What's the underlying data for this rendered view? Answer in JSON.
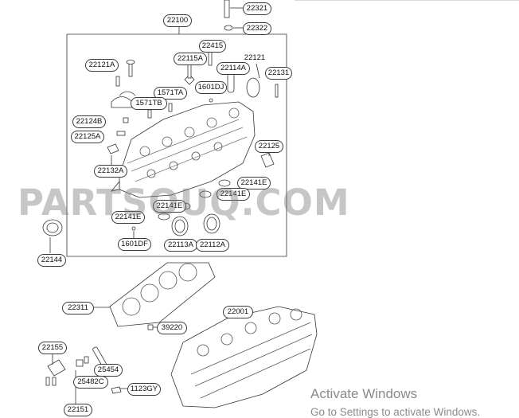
{
  "diagram": {
    "part_labels": [
      "22321",
      "22322",
      "22100",
      "22415",
      "22115A",
      "22114A",
      "22121",
      "22121A",
      "1601DJ",
      "22131",
      "1571TA",
      "1571TB",
      "22124B",
      "22125A",
      "22125",
      "22132A",
      "22141E",
      "22141E",
      "22141E",
      "22141E",
      "22144",
      "1601DF",
      "22113A",
      "22112A",
      "22311",
      "39220",
      "22001",
      "22155",
      "25454",
      "25482C",
      "1123GY",
      "22151"
    ]
  },
  "watermark": {
    "text": "PARTSOUQ.COM"
  },
  "os_notice": {
    "title": "Activate Windows",
    "subtitle": "Go to Settings to activate Windows."
  }
}
